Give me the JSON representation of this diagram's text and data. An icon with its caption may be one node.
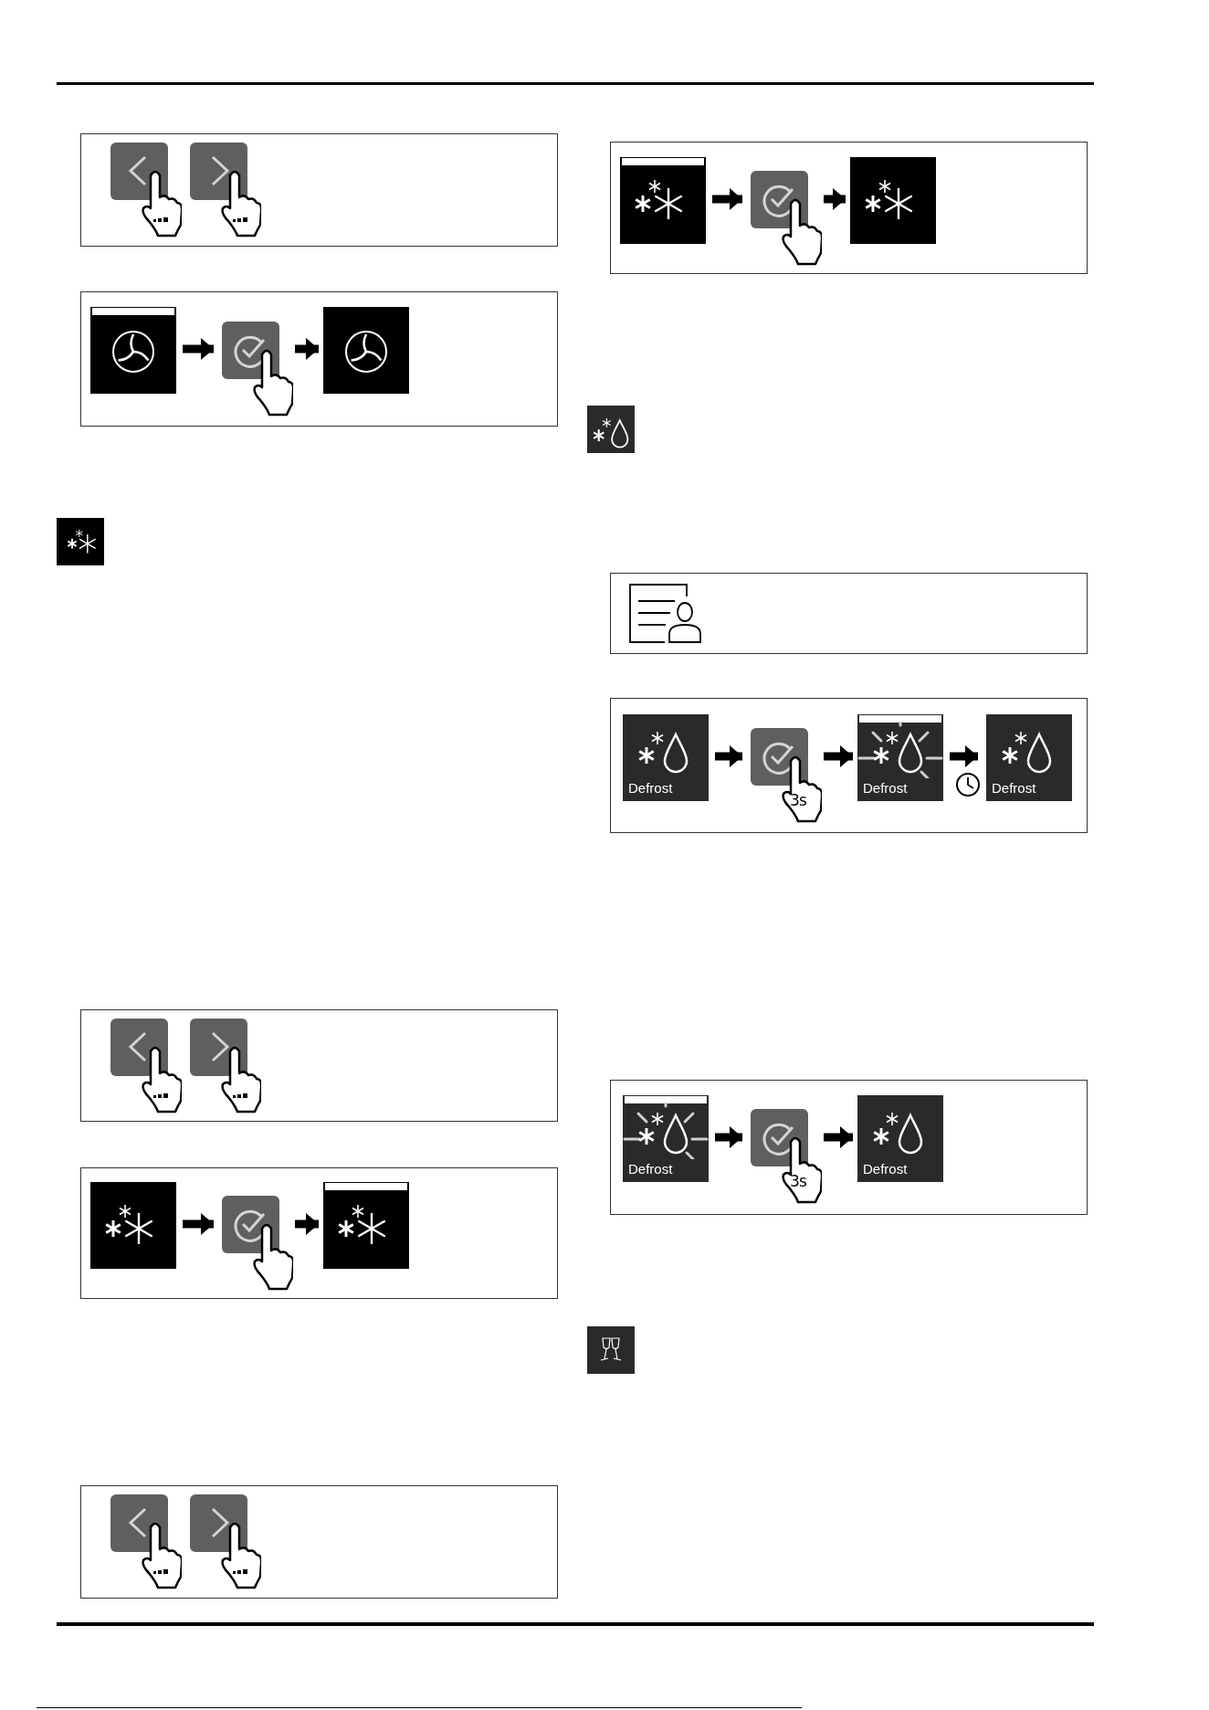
{
  "diagram": {
    "nodes": [
      {
        "text": [],
        "shape": "box"
      },
      {
        "text": [],
        "shape": "box"
      },
      {
        "text": [],
        "shape": "box",
        "in": 1
      },
      {
        "text": [],
        "shape": "box",
        "in": 1
      },
      {
        "text": [],
        "shape": "box",
        "in": 1
      },
      {
        "text": [],
        "shape": "box"
      },
      {
        "text": [],
        "shape": "box"
      },
      {
        "text": [],
        "shape": "box",
        "in": 6
      },
      {
        "text": [],
        "shape": "box",
        "in": 6
      },
      {
        "text": [],
        "shape": "box",
        "in": 6
      },
      {
        "text": [],
        "shape": "box"
      },
      {
        "text": [],
        "shape": "box"
      },
      {
        "text": [],
        "shape": "box",
        "in": 11
      },
      {
        "text": [],
        "shape": "box",
        "in": 11
      },
      {
        "text": [],
        "shape": "box",
        "in": 11
      },
      {
        "text": [],
        "shape": "box"
      },
      {
        "text": [],
        "shape": "box"
      },
      {
        "text": [
          "Defrost"
        ],
        "in": 16
      },
      {
        "text": [
          "3s"
        ],
        "in": 16
      },
      {
        "text": [
          "Defrost"
        ],
        "in": 16
      },
      {
        "text": [
          "Defrost"
        ],
        "in": 16
      },
      {
        "text": [],
        "shape": "box"
      },
      {
        "text": [
          "Defrost"
        ],
        "in": 21
      },
      {
        "text": [
          "3s"
        ],
        "in": 21
      },
      {
        "text": [
          "Defrost"
        ],
        "in": 21
      }
    ],
    "edges": [
      {
        "from": 2,
        "to": 3,
        "arrow": "to"
      },
      {
        "from": 3,
        "to": 4,
        "arrow": "to"
      },
      {
        "from": 7,
        "to": 8,
        "arrow": "to"
      },
      {
        "from": 8,
        "to": 9,
        "arrow": "to"
      },
      {
        "from": 12,
        "to": 13,
        "arrow": "to"
      },
      {
        "from": 13,
        "to": 14,
        "arrow": "to"
      },
      {
        "from": 17,
        "to": 18,
        "arrow": "to"
      },
      {
        "from": 18,
        "to": 19,
        "arrow": "to"
      },
      {
        "from": 19,
        "to": 20,
        "arrow": "to"
      },
      {
        "from": 22,
        "to": 23,
        "arrow": "to"
      },
      {
        "from": 23,
        "to": 24,
        "arrow": "to"
      }
    ]
  }
}
